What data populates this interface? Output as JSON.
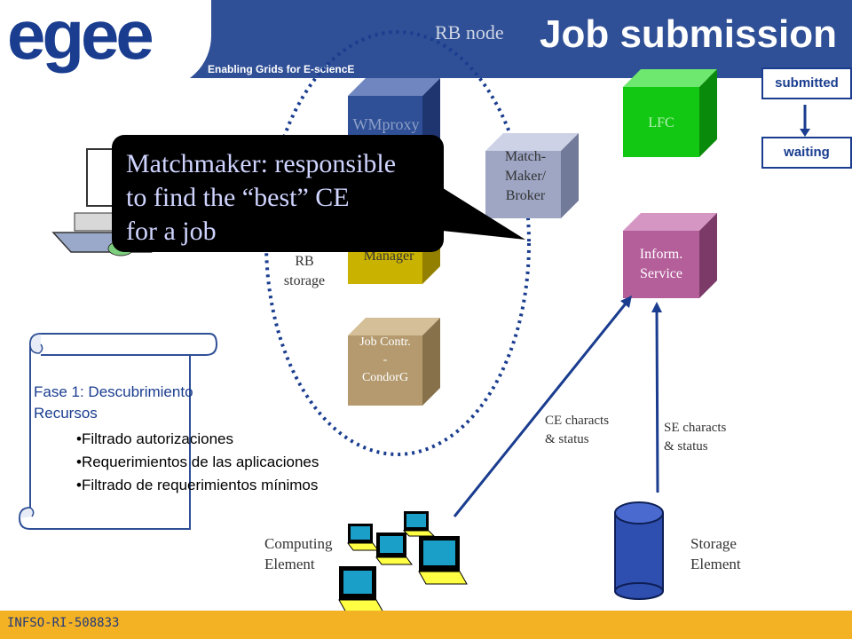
{
  "header": {
    "logo_text": "egee",
    "tagline": "Enabling Grids for E-sciencE",
    "title": "Job submission",
    "rb_node_label": "RB node"
  },
  "footer": {
    "text": "INFSO-RI-508833"
  },
  "components": {
    "wmproxy": "WMproxy",
    "manager": "Manager",
    "job_controller": [
      "Job Contr.",
      "-",
      "CondorG"
    ],
    "match_maker": [
      "Match-",
      "Maker/",
      "Broker"
    ],
    "lfc": "LFC",
    "info_service": [
      "Inform.",
      "Service"
    ],
    "rb_storage": [
      "RB",
      "storage"
    ],
    "computing_element": [
      "Computing",
      "Element"
    ],
    "storage_element": [
      "Storage",
      "Element"
    ],
    "ce_characts": [
      "CE characts",
      "& status"
    ],
    "se_characts": [
      "SE characts",
      "& status"
    ]
  },
  "states": {
    "submitted": "submitted",
    "waiting": "waiting"
  },
  "callout": {
    "line1": "Matchmaker: responsible",
    "line2": "to find the “best” CE",
    "line3": "for a job"
  },
  "scroll": {
    "heading_line1": "Fase 1: Descubrimiento",
    "heading_line2": "Recursos",
    "items": [
      "Filtrado autorizaciones",
      "Requerimientos de las aplicaciones",
      "Filtrado de requerimientos mínimos"
    ]
  },
  "colors": {
    "header_blue": "#2f4f96",
    "footer_gold": "#f3b223",
    "wmproxy_blue": "#2f4f96",
    "manager_yellow": "#c9b200",
    "jobctrl_tan": "#b49a6e",
    "matchmaker_lavender": "#9ea6c4",
    "lfc_green": "#13c813",
    "info_pink": "#b45e9a"
  }
}
